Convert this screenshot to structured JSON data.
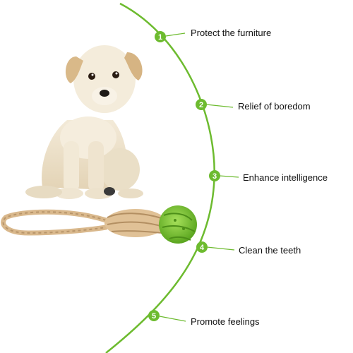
{
  "accent_color": "#6dbb2f",
  "features": [
    {
      "number": "1",
      "label": "Protect the furniture"
    },
    {
      "number": "2",
      "label": "Relief of boredom"
    },
    {
      "number": "3",
      "label": "Enhance intelligence"
    },
    {
      "number": "4",
      "label": "Clean the teeth"
    },
    {
      "number": "5",
      "label": "Promote feelings"
    }
  ],
  "illustration": {
    "subject": "puppy-icon",
    "toy": "rope-ball-toy-icon"
  }
}
